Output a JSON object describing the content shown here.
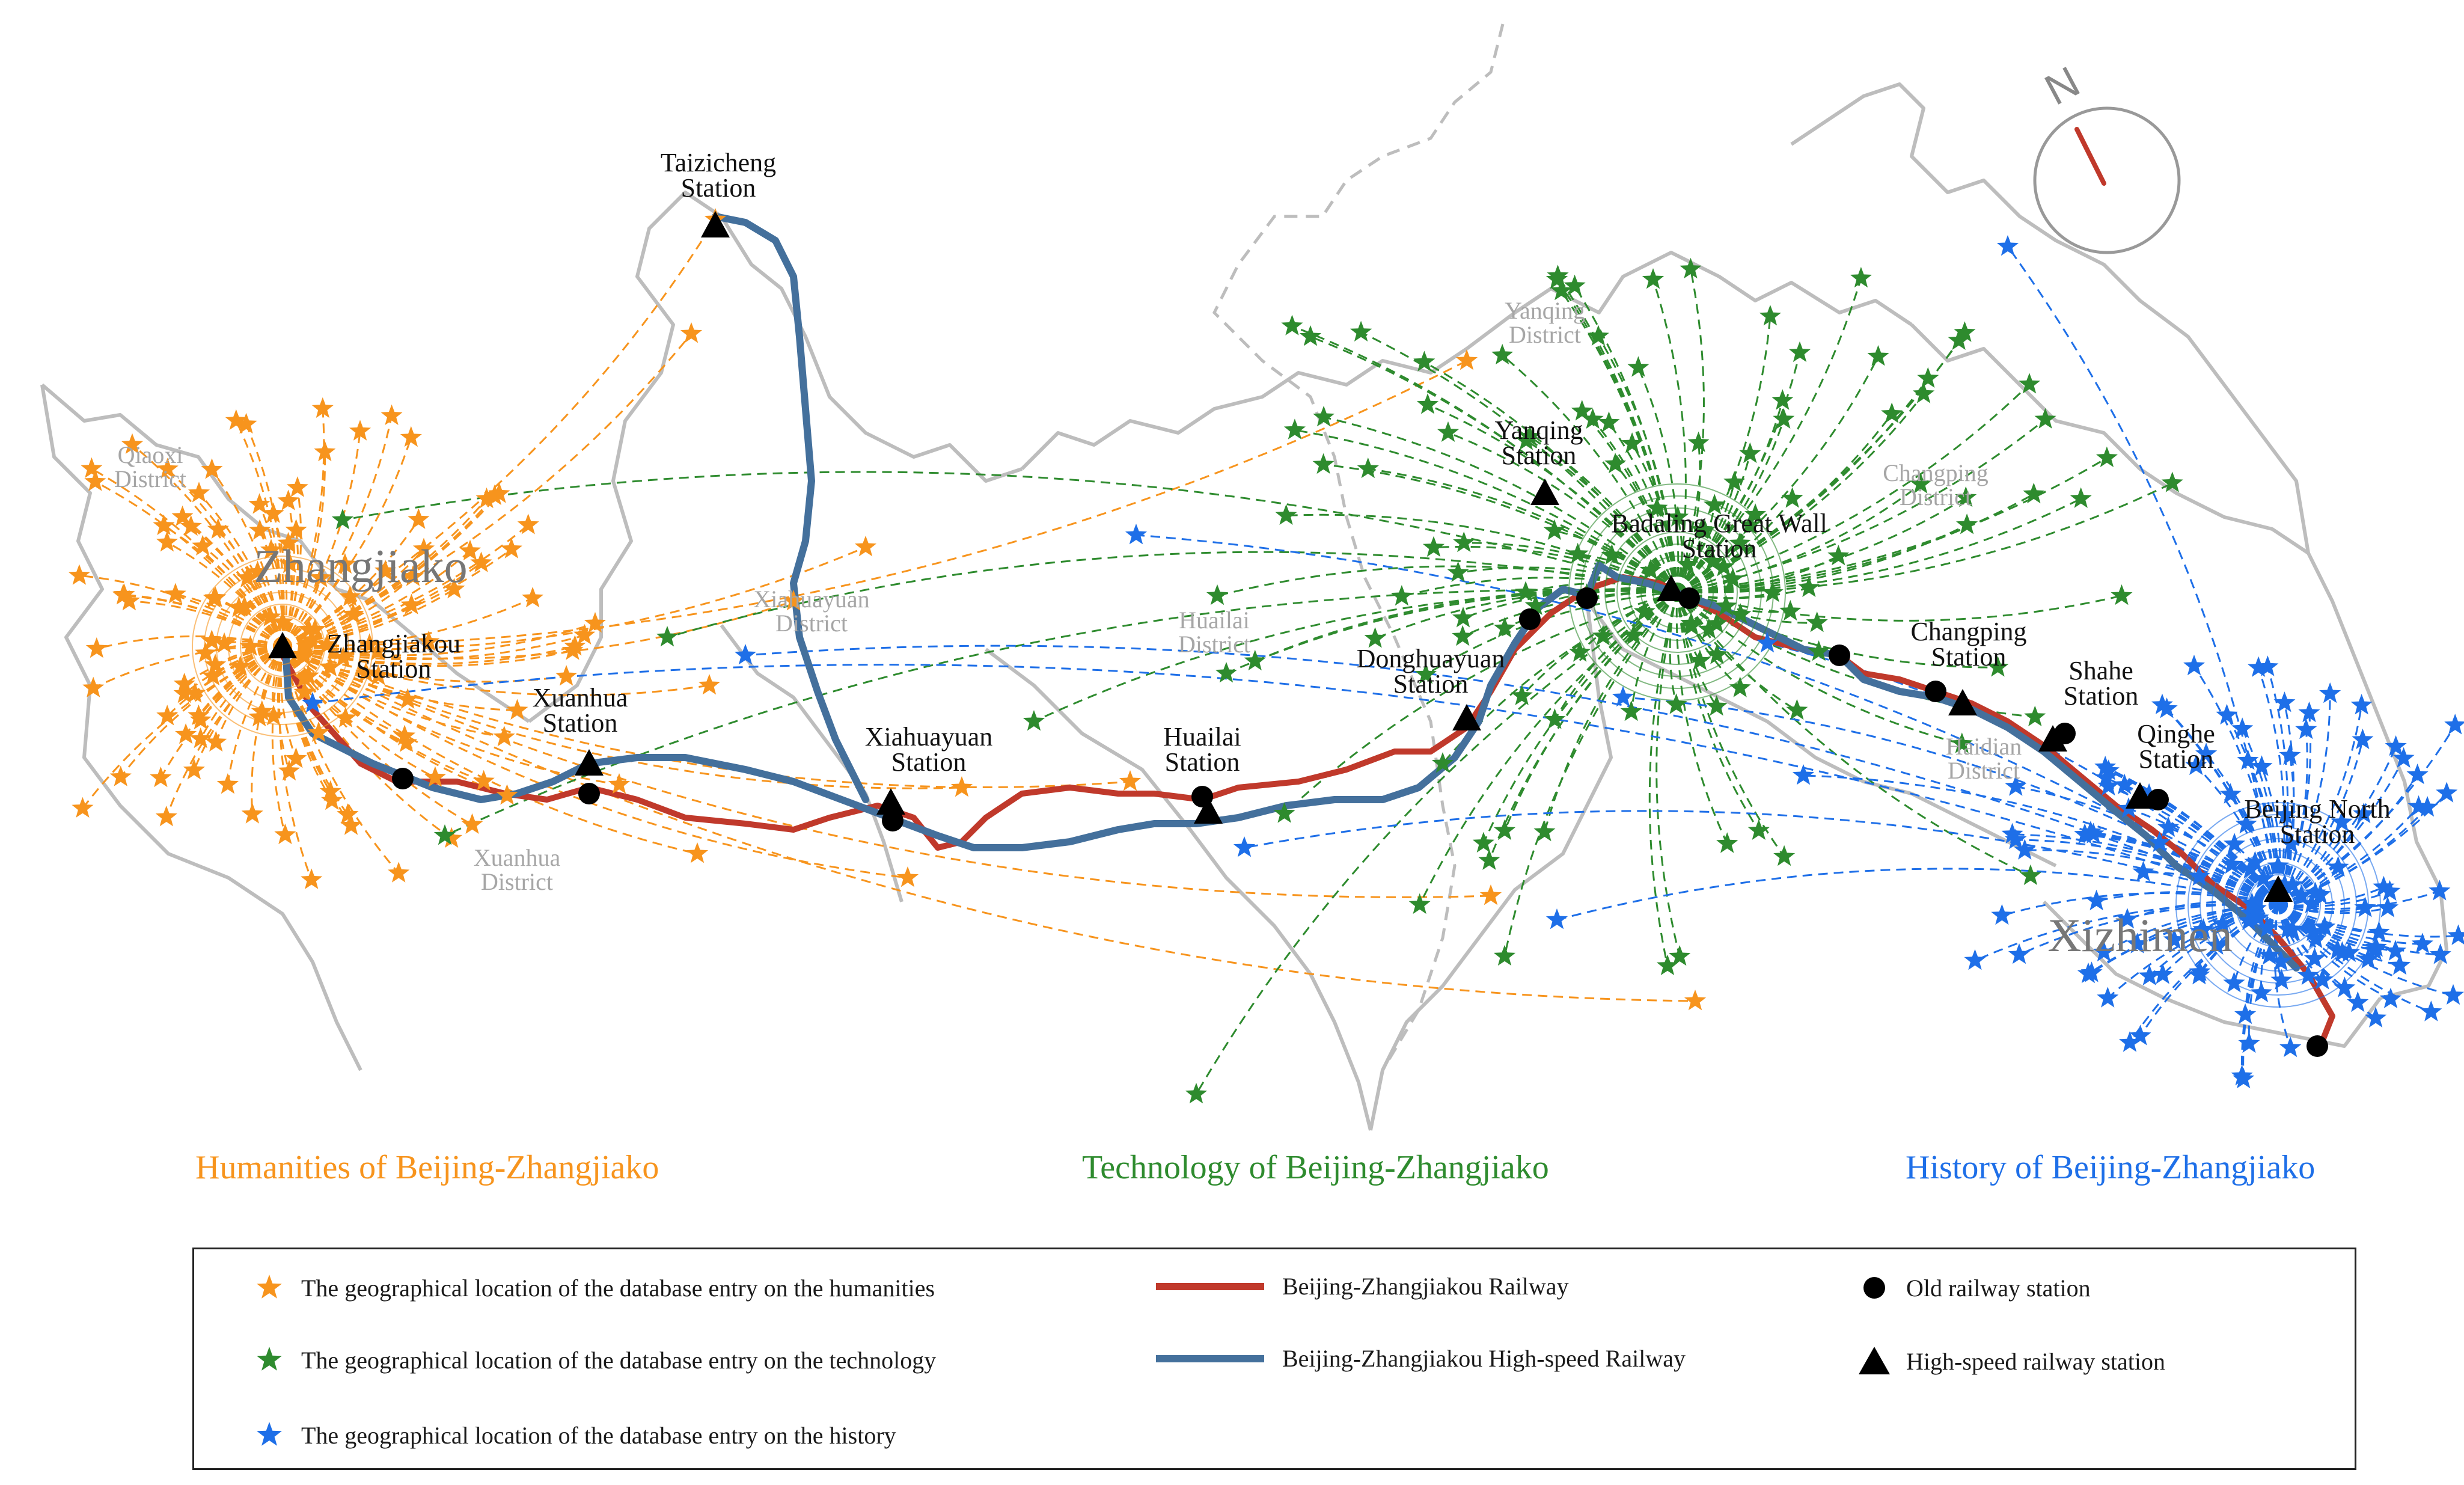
{
  "colors": {
    "humanities": "#F7941D",
    "technology": "#2E8B2E",
    "history": "#1E6FE8",
    "railway": "#C0392B",
    "highspeed": "#44709C",
    "district_line": "#BDBDBD",
    "district_label": "#A6A6A6",
    "border_dashed": "#BDBDBD",
    "compass_needle": "#C0392B"
  },
  "compass": {
    "label": "N"
  },
  "districts": [
    {
      "key": "qiaoxi",
      "line1": "Qiaoxi",
      "line2": "District"
    },
    {
      "key": "xiahuayuan",
      "line1": "Xiahuayuan",
      "line2": "District"
    },
    {
      "key": "huailai",
      "line1": "Huailai",
      "line2": "District"
    },
    {
      "key": "yanqing",
      "line1": "Yanqing",
      "line2": "District"
    },
    {
      "key": "changping",
      "line1": "Changping",
      "line2": "District"
    },
    {
      "key": "haidian",
      "line1": "Haidian",
      "line2": "District"
    },
    {
      "key": "xuanhua",
      "line1": "Xuanhua",
      "line2": "District"
    }
  ],
  "cities": {
    "zhangjiako": "Zhangjiako",
    "xizhimen": "Xizhimen"
  },
  "stations": [
    {
      "key": "taizicheng",
      "line1": "Taizicheng",
      "line2": "Station"
    },
    {
      "key": "zhangjiakou",
      "line1": "Zhangjiakou",
      "line2": "Station"
    },
    {
      "key": "xuanhua",
      "line1": "Xuanhua",
      "line2": "Station"
    },
    {
      "key": "xiahuayuan",
      "line1": "Xiahuayuan",
      "line2": "Station"
    },
    {
      "key": "huailai",
      "line1": "Huailai",
      "line2": "Station"
    },
    {
      "key": "donghuayuan",
      "line1": "Donghuayuan",
      "line2": "Station"
    },
    {
      "key": "yanqing",
      "line1": "Yanqing",
      "line2": "Station"
    },
    {
      "key": "badaling",
      "line1": "Badaling Great Wall",
      "line2": "Station"
    },
    {
      "key": "changping",
      "line1": "Changping",
      "line2": "Station"
    },
    {
      "key": "shahe",
      "line1": "Shahe",
      "line2": "Station"
    },
    {
      "key": "qinghe",
      "line1": "Qinghe",
      "line2": "Station"
    },
    {
      "key": "beijingnorth",
      "line1": "Beijing North",
      "line2": "Station"
    }
  ],
  "group_titles": {
    "humanities": "Humanities of Beijing-Zhangjiako",
    "technology": "Technology of Beijing-Zhangjiako",
    "history": "History of Beijing-Zhangjiako"
  },
  "legend": {
    "humanities": "The geographical location of the database entry on the humanities",
    "technology": "The geographical location of the database entry on the technology",
    "history": "The geographical location of the database entry on the history",
    "railway": "Beijing-Zhangjiakou Railway",
    "highspeed": "Beijing-Zhangjiakou High-speed Railway",
    "old_station": "Old railway station",
    "hs_station": "High-speed railway station"
  }
}
